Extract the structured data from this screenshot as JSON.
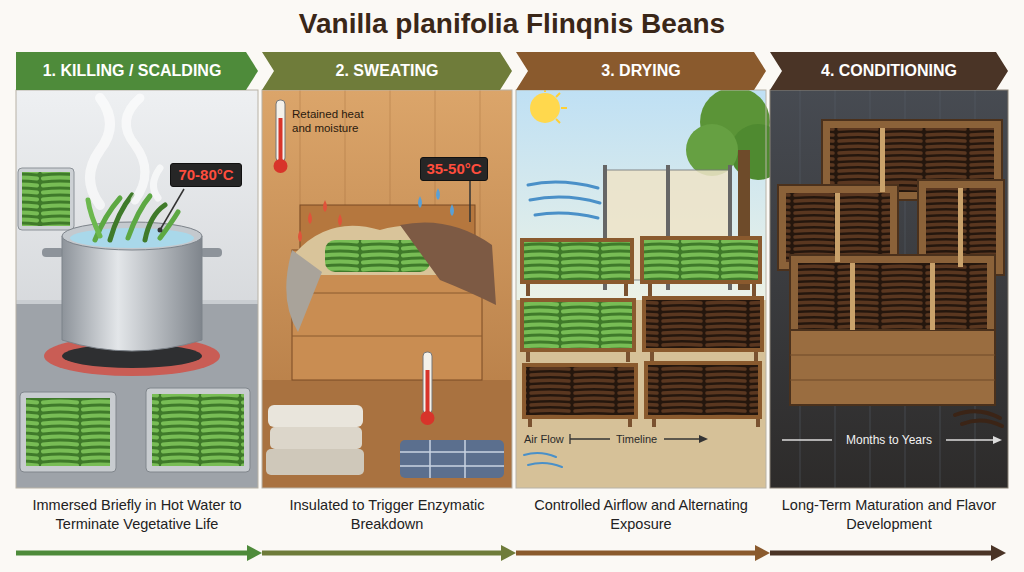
{
  "diagram": {
    "title": "Vanilla planifolia Flinqnis Beans",
    "nodes": [
      {
        "text": [
          "1. KILLING / SCALDING",
          "Immersed Briefly in Hot Water to Terminate Vegetative Life"
        ]
      },
      {
        "text": [
          "2. SWEATING",
          "Insulated to Trigger Enzymatic Breakdown"
        ]
      },
      {
        "text": [
          "3. DRYING",
          "Controlled Airflow and Alternating Exposure"
        ]
      },
      {
        "text": [
          "4. CONDITIONING",
          "Long-Term Maturation and Flavor Development"
        ]
      }
    ],
    "edges": [
      {
        "from": 0,
        "to": 1,
        "arrow": "to"
      },
      {
        "from": 1,
        "to": 2,
        "arrow": "to"
      },
      {
        "from": 2,
        "to": 3,
        "arrow": "to"
      }
    ],
    "labels": [
      "70-80°C",
      "Retained heat and moisture",
      "35-50°C",
      "Air Flow",
      "Timeline",
      "Months to Years"
    ]
  }
}
